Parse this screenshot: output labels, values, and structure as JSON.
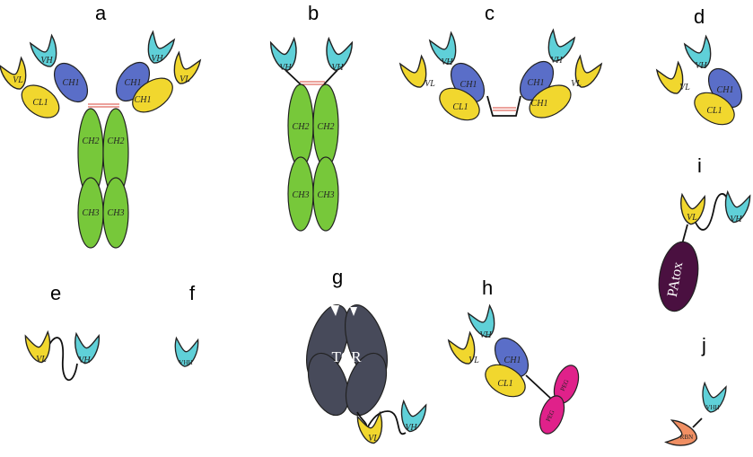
{
  "panels": {
    "a": "a",
    "b": "b",
    "c": "c",
    "d": "d",
    "e": "e",
    "f": "f",
    "g": "g",
    "h": "h",
    "i": "i",
    "j": "j"
  },
  "domains": {
    "vh": "VH",
    "vl": "VL",
    "ch1": "CH1",
    "cl1": "CL1",
    "ch2": "CH2",
    "ch3": "CH3",
    "vhh": "VHH",
    "tcr": "TCR",
    "peg": "PEG",
    "patox": "PAtox",
    "rbn": "RBN"
  },
  "colors": {
    "vh": "#5fd0d8",
    "vl": "#f1d72e",
    "ch1": "#5a6ec8",
    "cl1": "#f1d72e",
    "fc": "#77c83a",
    "tcr": "#474a5a",
    "peg": "#e0218a",
    "patox": "#4a1040",
    "rbn": "#f08f63"
  }
}
